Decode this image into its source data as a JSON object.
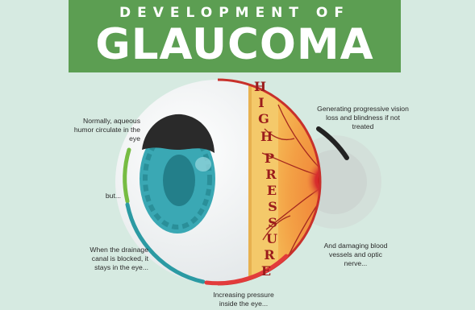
{
  "title": {
    "line1": "DEVELOPMENT OF",
    "line2": "GLAUCOMA"
  },
  "band_letters": [
    "H",
    "I",
    "G",
    "H",
    "P",
    "R",
    "E",
    "S",
    "S",
    "U",
    "R",
    "E"
  ],
  "labels": {
    "normally": "Normally, aqueous humor circulate in the eye",
    "but": "but...",
    "drainage": "When the drainage canal is blocked, it stays in the eye...",
    "increasing": "Increasing pressure inside the eye...",
    "generating": "Generating progressive vision loss and blindness if not treated",
    "damaging": "And damaging blood vessels and optic nerve..."
  },
  "colors": {
    "background": "#d6eae1",
    "banner": "#5c9e52",
    "iris": "#3aa8b4",
    "pressure_band": "#f4c96a",
    "band_text": "#9b1c1c",
    "arc_green": "#76bc43",
    "arc_teal": "#2b9aa3",
    "arc_red": "#e23b3b",
    "arc_dark": "#222222"
  }
}
